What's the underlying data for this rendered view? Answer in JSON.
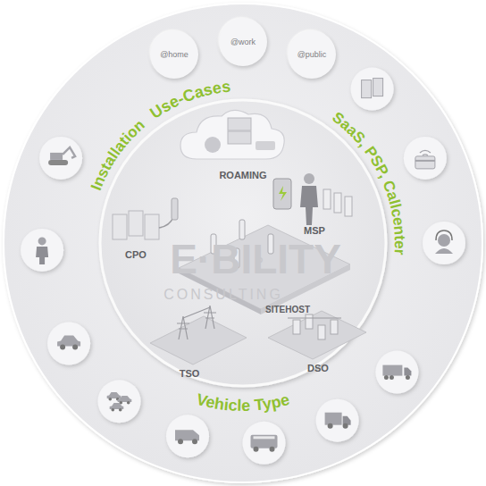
{
  "diagram": {
    "nodes": [
      {
        "text": [
          "@home"
        ]
      },
      {
        "text": [
          "@work"
        ]
      },
      {
        "text": [
          "@public"
        ]
      }
    ],
    "labels": [
      "Use-Cases",
      "SaaS, PSP, Callcenter",
      "Installation",
      "Vehicle Type",
      "ROAMING",
      "CPO",
      "MSP",
      "SITEHOST",
      "TSO",
      "DSO",
      "E·BILITY",
      "CONSULTING"
    ]
  }
}
